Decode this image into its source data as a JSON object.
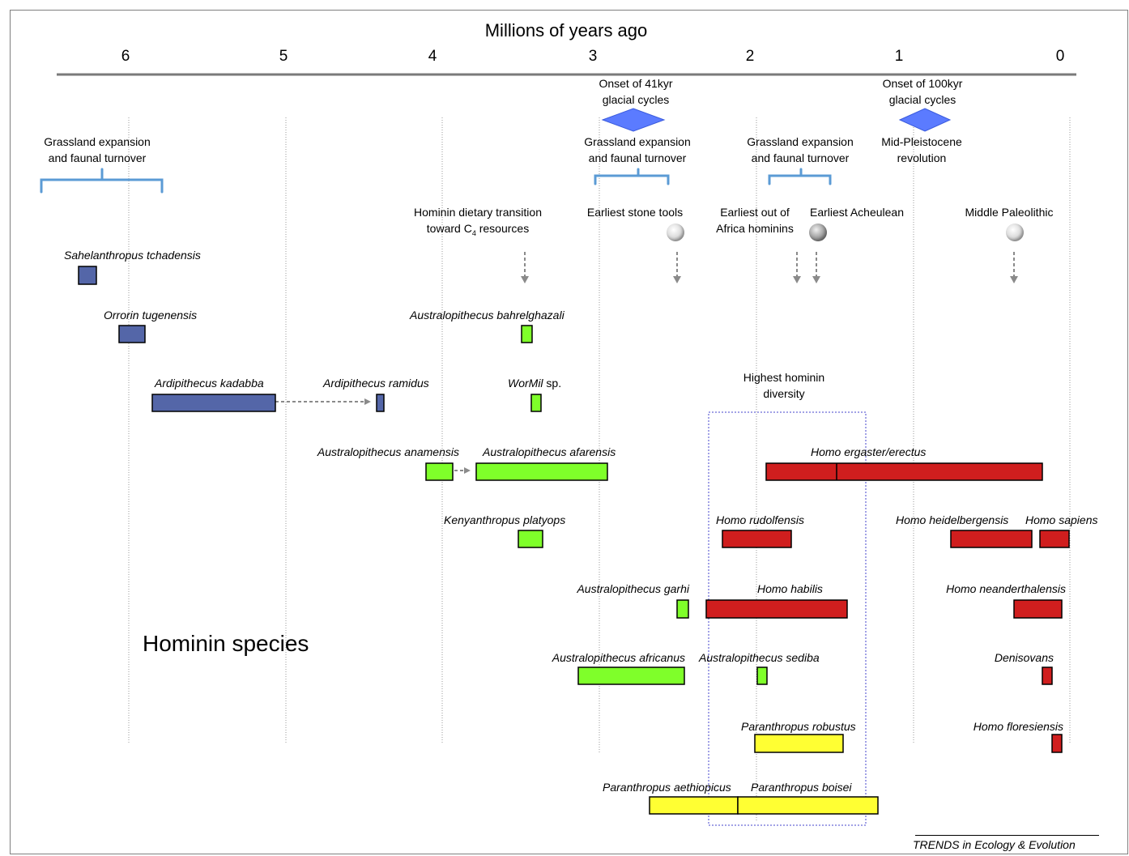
{
  "axis": {
    "title": "Millions of years ago",
    "ticks": [
      {
        "label": "6",
        "ma": 6
      },
      {
        "label": "5",
        "ma": 5
      },
      {
        "label": "4",
        "ma": 4
      },
      {
        "label": "3",
        "ma": 3
      },
      {
        "label": "2",
        "ma": 2
      },
      {
        "label": "1",
        "ma": 1
      },
      {
        "label": "0",
        "ma": 0
      }
    ]
  },
  "colors": {
    "early": "#5466a8",
    "australopithecus": "#7fff2a",
    "homo": "#d01e1e",
    "paranthropus": "#ffff33",
    "axis": "#7a7a7a",
    "bracket": "#5b9bd5",
    "glacial_diamond": "#5b7bff",
    "diversity_box": "#4444cc"
  },
  "events": {
    "glacial_41": "Onset of 41kyr glacial cycles",
    "glacial_100": "Onset of 100kyr glacial cycles",
    "grassland_1": "Grassland expansion and faunal turnover",
    "grassland_2": "Grassland expansion and faunal turnover",
    "grassland_3": "Grassland expansion and faunal turnover",
    "mid_pleistocene": "Mid-Pleistocene revolution",
    "dietary_transition": "Hominin dietary transition toward C4 resources",
    "stone_tools": "Earliest stone tools",
    "out_of_africa": "Earliest out of Africa hominins",
    "acheulean": "Earliest Acheulean",
    "middle_paleolithic": "Middle Paleolithic",
    "highest_diversity": "Highest hominin diversity"
  },
  "species": [
    {
      "name": "Sahelanthropus tchadensis",
      "group": "early"
    },
    {
      "name": "Orrorin tugenensis",
      "group": "early"
    },
    {
      "name": "Ardipithecus kadabba",
      "group": "early"
    },
    {
      "name": "Ardipithecus ramidus",
      "group": "early"
    },
    {
      "name": "Australopithecus bahrelghazali",
      "group": "australopithecus"
    },
    {
      "name": "WorMil",
      "suffix": " sp.",
      "group": "australopithecus"
    },
    {
      "name": "Australopithecus anamensis",
      "group": "australopithecus"
    },
    {
      "name": "Australopithecus afarensis",
      "group": "australopithecus"
    },
    {
      "name": "Kenyanthropus platyops",
      "group": "australopithecus"
    },
    {
      "name": "Australopithecus garhi",
      "group": "australopithecus"
    },
    {
      "name": "Australopithecus africanus",
      "group": "australopithecus"
    },
    {
      "name": "Australopithecus sediba",
      "group": "australopithecus"
    },
    {
      "name": "Homo ergaster/erectus",
      "group": "homo"
    },
    {
      "name": "Homo rudolfensis",
      "group": "homo"
    },
    {
      "name": "Homo habilis",
      "group": "homo"
    },
    {
      "name": "Homo heidelbergensis",
      "group": "homo"
    },
    {
      "name": "Homo sapiens",
      "group": "homo"
    },
    {
      "name": "Homo neanderthalensis",
      "group": "homo"
    },
    {
      "name": "Denisovans",
      "group": "homo"
    },
    {
      "name": "Homo floresiensis",
      "group": "homo"
    },
    {
      "name": "Paranthropus robustus",
      "group": "paranthropus"
    },
    {
      "name": "Paranthropus aethiopicus",
      "group": "paranthropus"
    },
    {
      "name": "Paranthropus boisei",
      "group": "paranthropus"
    }
  ],
  "panel_label": "Hominin species",
  "credit": "TRENDS in Ecology & Evolution"
}
